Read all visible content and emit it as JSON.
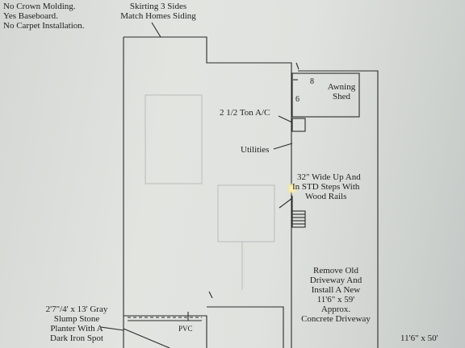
{
  "notes": {
    "line1": "No Crown Molding.",
    "line2": "Yes Baseboard.",
    "line3": "No Carpet Installation."
  },
  "skirting": {
    "line1": "Skirting 3 Sides",
    "line2": "Match Homes Siding"
  },
  "awning": {
    "dim_width": "8",
    "dim_height": "6",
    "line1": "Awning",
    "line2": "Shed"
  },
  "ac_label": "2 1/2 Ton A/C",
  "utilities_label": "Utilities",
  "steps": {
    "line1": "32\" Wide Up And",
    "line2": "In STD Steps With",
    "line3": "Wood Rails"
  },
  "driveway": {
    "line1": "Remove Old",
    "line2": "Driveway And",
    "line3": "Install A New",
    "line4": "11'6\" x 59'",
    "line5": "Approx.",
    "line6": "Concrete Driveway"
  },
  "planter": {
    "line1": "2'7\"/4' x 13' Gray",
    "line2": "Slump Stone",
    "line3": "Planter With A",
    "line4": "Dark Iron Spot"
  },
  "pvc_label": "PVC",
  "corner_dim": "11'6\" x 50'",
  "colors": {
    "ink": "#1e1f1e",
    "paper": "#dfe2de"
  }
}
